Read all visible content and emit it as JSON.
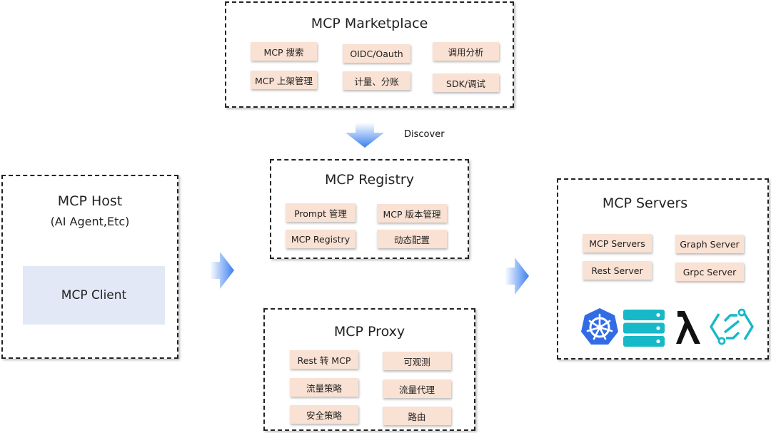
{
  "marketplace": {
    "title": "MCP Marketplace",
    "items": [
      "MCP 搜索",
      "OIDC/Oauth",
      "调用分析",
      "MCP 上架管理",
      "计量、分账",
      "SDK/调试"
    ]
  },
  "discover_label": "Discover",
  "registry": {
    "title": "MCP Registry",
    "items": [
      "Prompt 管理",
      "MCP 版本管理",
      "MCP Registry",
      "动态配置"
    ]
  },
  "host": {
    "title": "MCP Host",
    "subtitle": "(AI Agent,Etc)",
    "client_label": "MCP Client"
  },
  "proxy": {
    "title": "MCP Proxy",
    "items": [
      "Rest 转 MCP",
      "可观测",
      "流量策略",
      "流量代理",
      "安全策略",
      "路由"
    ]
  },
  "servers": {
    "title": "MCP Servers",
    "items": [
      "MCP Servers",
      "Graph Server",
      "Rest Server",
      "Grpc Server"
    ],
    "icons": [
      "kubernetes-icon",
      "server-stack-icon",
      "lambda-icon",
      "api-gateway-icon"
    ]
  },
  "colors": {
    "pill_bg": "#f9e1d3",
    "client_bg": "#e3e8f6",
    "arrow_blue": "#3b7ff0",
    "k8s_blue": "#326ce5",
    "teal": "#17b9c9"
  }
}
